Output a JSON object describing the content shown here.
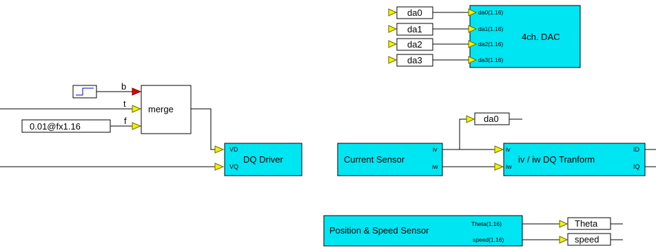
{
  "blocks": {
    "dac": {
      "title": "4ch. DAC",
      "ports": [
        "da0(1.16)",
        "da1(1.16)",
        "da2(1.16)",
        "da3(1.16)"
      ],
      "input_labels": [
        "da0",
        "da1",
        "da2",
        "da3"
      ]
    },
    "merge": {
      "title": "merge",
      "port_b": "b",
      "port_t": "t",
      "port_f": "f",
      "constant": "0.01@fx1.16"
    },
    "dq_driver": {
      "title": "DQ Driver",
      "port_vd": "VD",
      "port_vq": "VQ"
    },
    "current_sensor": {
      "title": "Current Sensor",
      "port_iv": "iv",
      "port_iw": "iw"
    },
    "da0_tap": {
      "label": "da0"
    },
    "dq_transform": {
      "title": "iv / iw DQ Tranform",
      "port_iv": "iv",
      "port_iw": "iw",
      "port_id": "ID",
      "port_iq": "IQ"
    },
    "position_sensor": {
      "title": "Position & Speed Sensor",
      "port_theta": "Theta(1.16)",
      "port_speed": "speed(1.16)"
    },
    "outputs": {
      "theta": "Theta",
      "speed": "speed"
    }
  },
  "colors": {
    "block_fill": "#00e5f2",
    "port_fill": "#f2f200",
    "step_port_fill": "#e80000"
  },
  "icons": {
    "step": "step-source-icon"
  }
}
